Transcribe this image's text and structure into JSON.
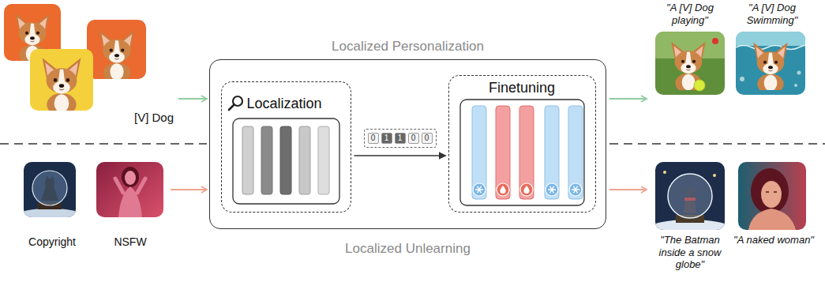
{
  "diagram": {
    "nodes": [
      {
        "text": [
          "[V] Dog"
        ]
      },
      {
        "text": [
          "Copyright"
        ]
      },
      {
        "text": [
          "NSFW"
        ]
      },
      {
        "text": [
          "Localized Personalization",
          "Localized Unlearning"
        ]
      },
      {
        "text": [
          "Localization"
        ],
        "in": 3
      },
      {
        "text": [
          "0",
          "1",
          "1",
          "0",
          "0"
        ],
        "in": 3
      },
      {
        "text": [
          "Finetuning"
        ],
        "in": 3
      },
      {
        "text": [
          "\"A [V] Dog playing\""
        ]
      },
      {
        "text": [
          "\"A [V] Dog Swimming\""
        ]
      },
      {
        "text": [
          "\"The Batman inside a snow globe\""
        ]
      },
      {
        "text": [
          "\"A naked woman\""
        ]
      }
    ],
    "edges": [
      {
        "from": 0,
        "to": 3,
        "arrow": "to"
      },
      {
        "from": 2,
        "to": 3,
        "arrow": "to"
      },
      {
        "from": 4,
        "to": 6,
        "arrow": "to"
      },
      {
        "from": 3,
        "to": 7,
        "arrow": "to"
      },
      {
        "from": 3,
        "to": 9,
        "arrow": "to"
      }
    ]
  }
}
